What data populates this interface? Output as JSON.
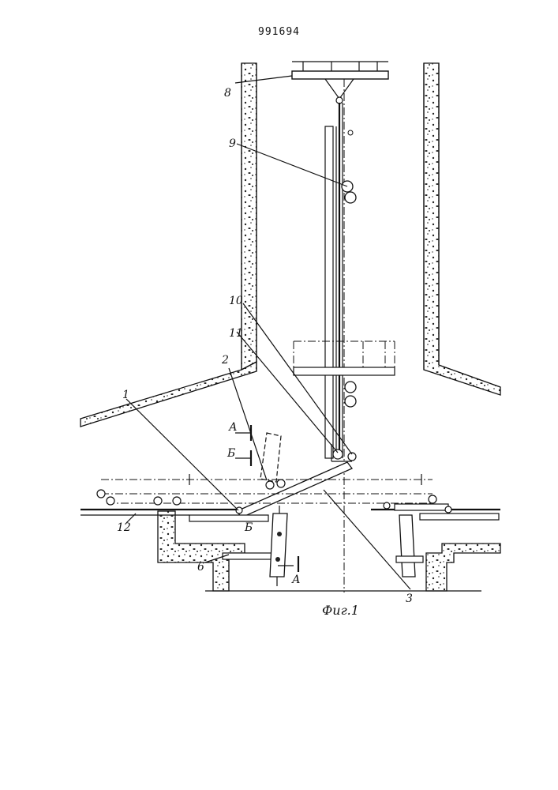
{
  "document": {
    "patent_number": "991694",
    "figure_caption": "Фиг.1"
  },
  "labels": {
    "l1": "1",
    "l2": "2",
    "l3": "3",
    "l6": "6",
    "l8": "8",
    "l9": "9",
    "l10": "10",
    "l11": "11",
    "l12": "12",
    "sectionA_top": "А",
    "sectionB_top": "Б",
    "sectionB_bottom": "Б",
    "sectionA_bottom": "А"
  },
  "colors": {
    "ink": "#111111",
    "paper": "#ffffff"
  }
}
